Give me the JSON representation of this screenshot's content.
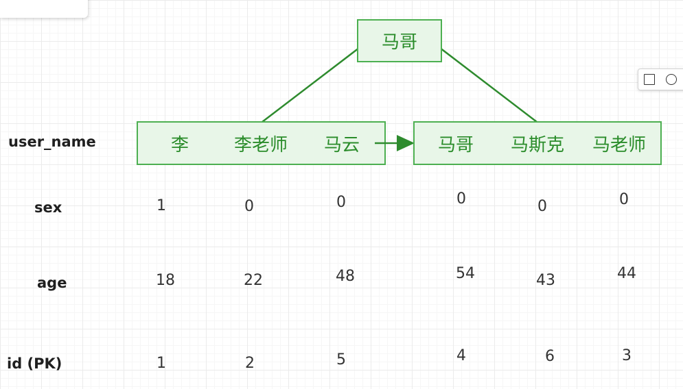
{
  "tree": {
    "root": {
      "label": "马哥"
    },
    "leaves": [
      {
        "keys": [
          "李",
          "李老师",
          "马云"
        ]
      },
      {
        "keys": [
          "马哥",
          "马斯克",
          "马老师"
        ]
      }
    ]
  },
  "rows": [
    {
      "label": "user_name"
    },
    {
      "label": "sex",
      "values": [
        "1",
        "0",
        "0",
        "0",
        "0",
        "0"
      ]
    },
    {
      "label": "age",
      "values": [
        "18",
        "22",
        "48",
        "54",
        "43",
        "44"
      ]
    },
    {
      "label": "id  (PK)",
      "values": [
        "1",
        "2",
        "5",
        "4",
        "6",
        "3"
      ]
    }
  ],
  "colors": {
    "node_fill": "#e8f6e8",
    "node_stroke": "#4caf50",
    "edge": "#2e8b2e",
    "text_green": "#2a8c2a"
  },
  "toolbar": {
    "tools": [
      {
        "icon": "square-icon"
      },
      {
        "icon": "circle-icon"
      }
    ]
  }
}
